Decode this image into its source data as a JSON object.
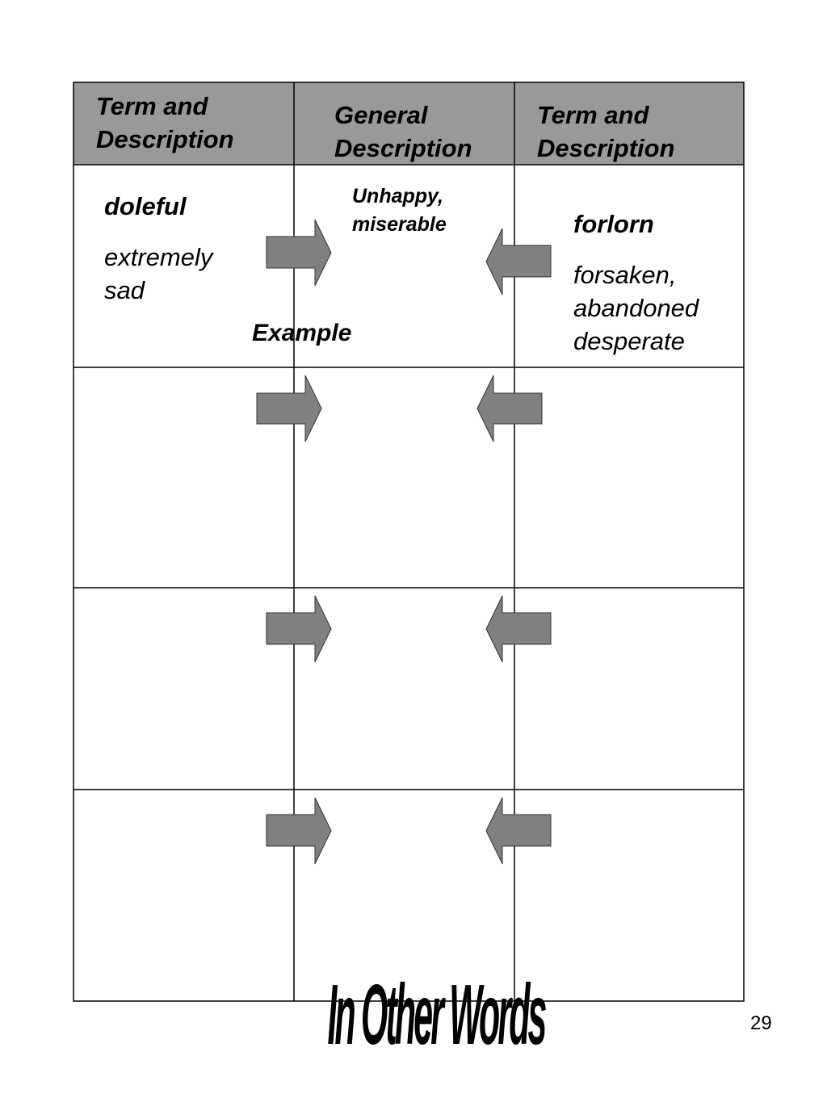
{
  "headers": [
    {
      "line1": "Term and",
      "line2": "Description"
    },
    {
      "line1": "General",
      "line2": "Description"
    },
    {
      "line1": "Term and",
      "line2": "Description"
    }
  ],
  "example_row": {
    "left_term": "doleful",
    "left_desc_line1": "extremely",
    "left_desc_line2": "sad",
    "general_line1": "Unhappy,",
    "general_line2": "miserable",
    "right_term": "forlorn",
    "right_desc_line1": "forsaken,",
    "right_desc_line2": "abandoned",
    "right_desc_line3": "desperate",
    "label": "Example"
  },
  "footer": {
    "title": "In Other Words",
    "page_number": "29"
  },
  "colors": {
    "header_bg": "#999999",
    "arrow_fill": "#808080",
    "line": "#000000"
  }
}
